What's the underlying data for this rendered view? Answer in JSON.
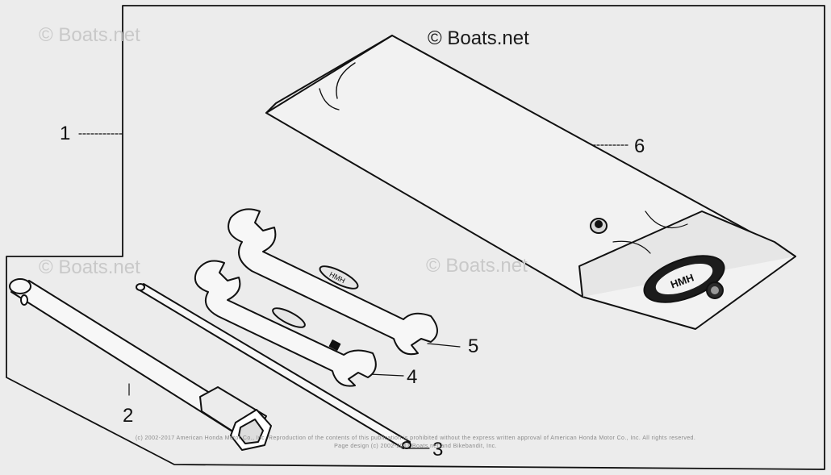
{
  "watermark": {
    "main": "© Boats.net",
    "faint": "© Boats.net"
  },
  "callouts": {
    "c1": "1",
    "c2": "2",
    "c3": "3",
    "c4": "4",
    "c5": "5",
    "c6": "6"
  },
  "colors": {
    "background": "#ececec",
    "line": "#111111",
    "watermark_faint": "#c9c9c9"
  },
  "copyright": {
    "line1": "(c) 2002-2017 American Honda Motor Co., Inc. Reproduction of the contents of this publication is prohibited without the express written approval of American Honda Motor Co., Inc. All rights reserved.",
    "line2": "Page design (c) 2002-2017 Boats.net and Bikebandit, Inc."
  }
}
